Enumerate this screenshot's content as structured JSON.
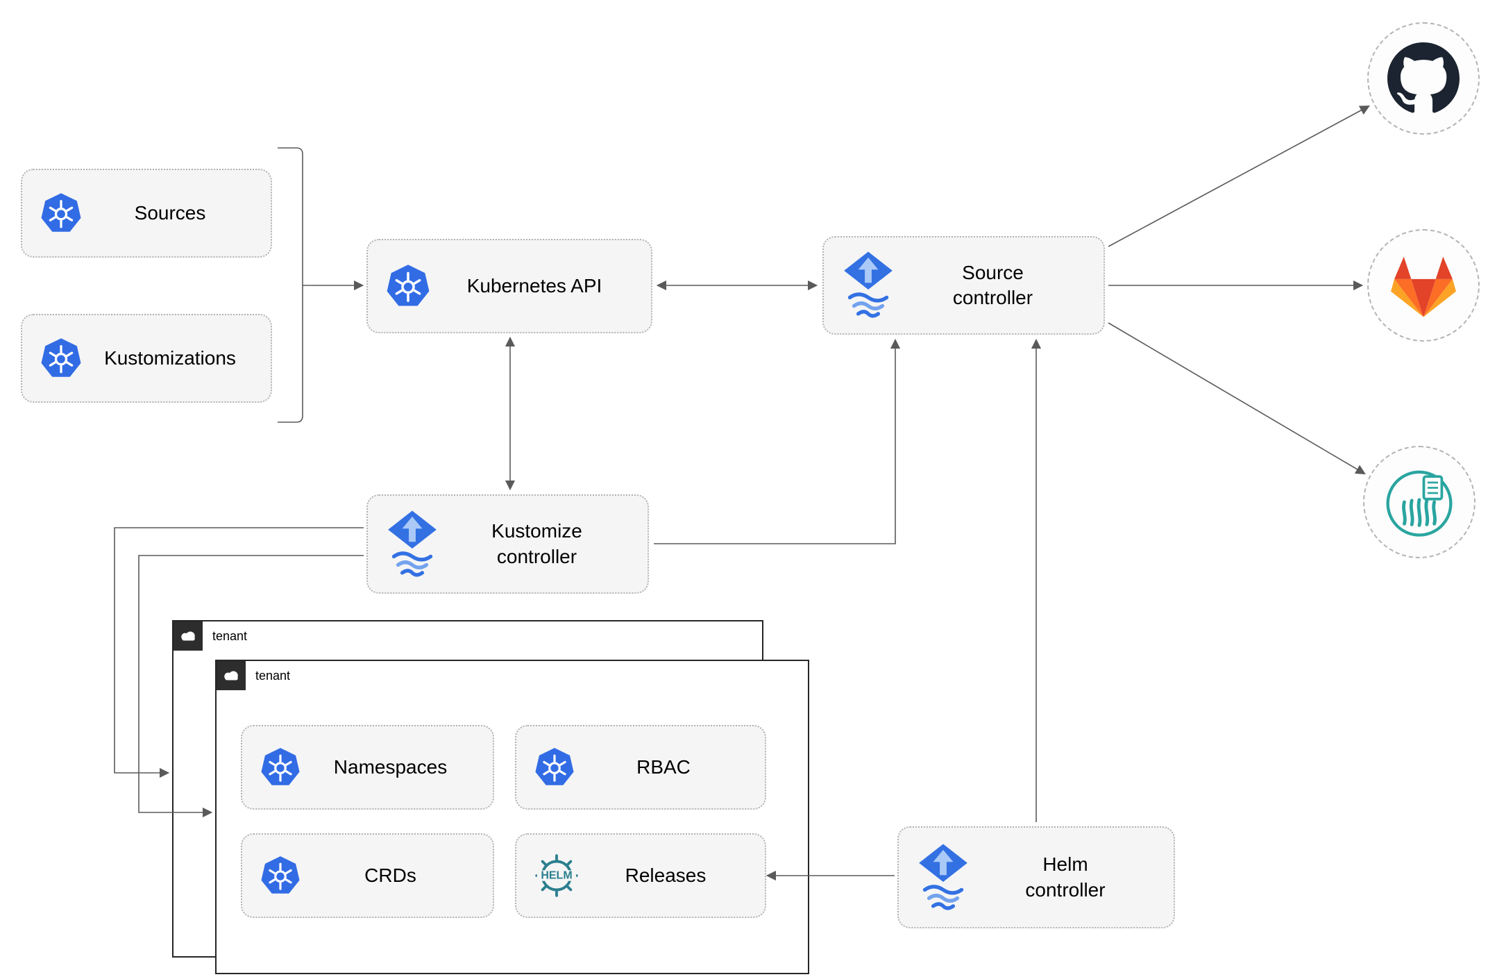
{
  "diagram": {
    "sources": "Sources",
    "kustomizations": "Kustomizations",
    "k8s_api": "Kubernetes API",
    "source_controller": {
      "line1": "Source",
      "line2": "controller"
    },
    "kustomize_controller": {
      "line1": "Kustomize",
      "line2": "controller"
    },
    "helm_controller": {
      "line1": "Helm",
      "line2": "controller"
    },
    "tenant_back": "tenant",
    "tenant_front": "tenant",
    "namespaces": "Namespaces",
    "rbac": "RBAC",
    "crds": "CRDs",
    "releases": "Releases",
    "helm_logo_text": "HELM"
  },
  "icons": {
    "kubernetes": "kubernetes-icon",
    "flux": "flux-icon",
    "helm": "helm-icon",
    "github": "github-icon",
    "gitlab": "gitlab-icon",
    "chartmuseum": "chartmuseum-icon",
    "cloud": "cloud-icon"
  },
  "edges": [
    {
      "from": "sources-and-kustomizations",
      "to": "kubernetes-api",
      "style": "arrow"
    },
    {
      "from": "kubernetes-api",
      "to": "source-controller",
      "style": "double-arrow"
    },
    {
      "from": "kubernetes-api",
      "to": "kustomize-controller",
      "style": "double-arrow"
    },
    {
      "from": "kustomize-controller",
      "to": "source-controller",
      "style": "arrow"
    },
    {
      "from": "helm-controller",
      "to": "source-controller",
      "style": "arrow"
    },
    {
      "from": "source-controller",
      "to": "github",
      "style": "arrow"
    },
    {
      "from": "source-controller",
      "to": "gitlab",
      "style": "arrow"
    },
    {
      "from": "source-controller",
      "to": "chartmuseum",
      "style": "arrow"
    },
    {
      "from": "kustomize-controller",
      "to": "tenant-back",
      "style": "arrow"
    },
    {
      "from": "kustomize-controller",
      "to": "tenant-front",
      "style": "arrow"
    },
    {
      "from": "helm-controller",
      "to": "releases",
      "style": "arrow"
    }
  ],
  "colors": {
    "kubernetes_blue": "#326ce5",
    "flux_blue": "#3371e3",
    "flux_arrow_light": "#aac9f7",
    "flux_wave_light": "#74a3ee",
    "helm_teal": "#2b7f8e",
    "github_dark": "#1b2430",
    "gitlab_red": "#e24329",
    "gitlab_orange": "#fc6d26",
    "gitlab_amber": "#fca326",
    "chartmuseum_teal": "#2aa5a0",
    "node_bg": "#f5f5f5",
    "node_border": "#b3b3b3",
    "arrow_gray": "#5a5a5a",
    "tenant_tab_bg": "#2d2d2d",
    "tenant_border": "#262626"
  }
}
